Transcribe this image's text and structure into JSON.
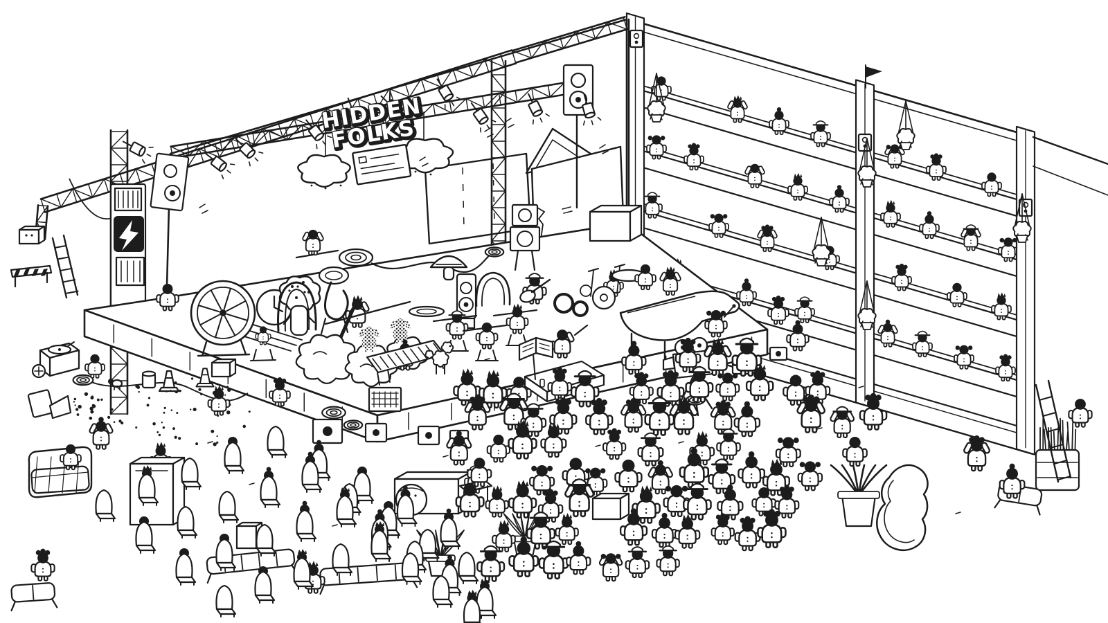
{
  "colors": {
    "ink": "#1c1c1c",
    "paper": "#ffffff"
  },
  "sign": {
    "line1": "HIDDEN",
    "line2": "FOLKS"
  },
  "icons": {
    "power_panel": "lightning-bolt-icon",
    "stage_lights": "spotlight-icon",
    "hanging_plants": "plant-basket-icon"
  },
  "scene": {
    "name": "concert-hall",
    "areas": [
      "stage",
      "backdrop-wall",
      "truss-rig",
      "bleachers",
      "theater-seats",
      "standing-crowd",
      "floor-gear"
    ],
    "performers": [
      "tuba-player",
      "clarinet-player",
      "flute-trio",
      "guitarist",
      "marimba-player",
      "pianist",
      "singer",
      "conductor",
      "mushroom-character",
      "poodle"
    ],
    "props": [
      "stage-fan",
      "clock",
      "smoke-clouds",
      "cable-reels",
      "grand-piano",
      "film-camera",
      "turntable",
      "confetti-horn",
      "sofa",
      "road-cases",
      "traffic-cones",
      "crowd-barriers",
      "agave-pots",
      "palm-pot",
      "grass-barrel",
      "guitar-case",
      "ladder",
      "castle-tower-prop",
      "cloud-props",
      "door-prop",
      "arch-props"
    ]
  }
}
